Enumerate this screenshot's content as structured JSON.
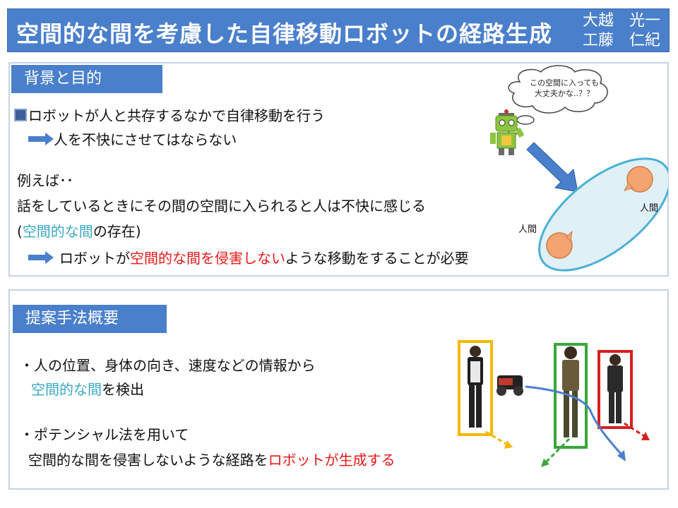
{
  "title": "空間的な間を考慮した自律移動ロボットの経路生成",
  "authors": [
    "大越　光一",
    "工藤　仁紀"
  ],
  "section1": {
    "header": "背景と目的",
    "line1": "ロボットが人と共存するなかで自律移動を行う",
    "line2": "人を不快にさせてはならない",
    "line3": "例えば･･",
    "line4": "話をしているときにその間の空間に入られると人は不快に感じる",
    "line5_pre": "(",
    "line5_highlight": "空間的な間",
    "line5_post": "の存在)",
    "line6_pre": "ロボットが",
    "line6_highlight": "空間的な間を侵害しない",
    "line6_post": "ような移動をすることが必要",
    "cloud_line1": "この空間に入っても",
    "cloud_line2": "大丈夫かな‥？？",
    "person_label_a": "人間",
    "person_label_b": "人間"
  },
  "section2": {
    "header": "提案手法概要",
    "item1_line1": "・人の位置、身体の向き、速度などの情報から",
    "item1_line2": "空間的な間",
    "item1_line2_post": "を検出",
    "item2_line1": "・ポテンシャル法を用いて",
    "item2_line2_pre": "空間的な間を侵害しないような経路を",
    "item2_line2_highlight": "ロボットが生成する"
  },
  "colors": {
    "title_bg": "#4a7fcb",
    "highlight_cyan": "#3aa8c4",
    "highlight_red": "#e81818",
    "arrow_blue": "#3a6bb0",
    "box_yellow": "#f5b800",
    "box_green": "#3aa63a",
    "box_red": "#d42020"
  }
}
